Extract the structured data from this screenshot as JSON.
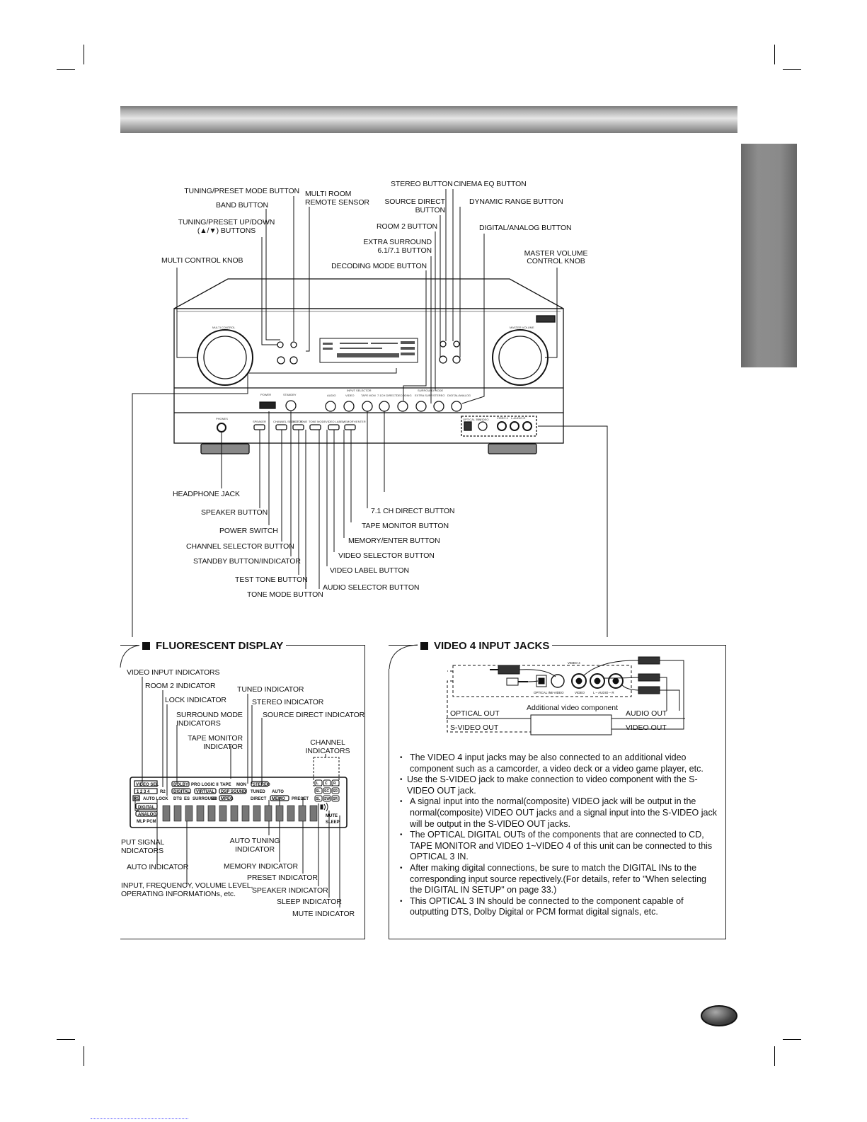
{
  "front_panel_labels": {
    "tuning_preset_mode_button": "TUNING/PRESET MODE BUTTON",
    "band_button": "BAND BUTTON",
    "tuning_preset_updown": "TUNING/PRESET UP/DOWN",
    "tuning_preset_updown_2": "(▲/▼) BUTTONS",
    "multi_control_knob": "MULTI CONTROL KNOB",
    "multi_room_remote_sensor": "MULTI ROOM",
    "multi_room_remote_sensor_2": "REMOTE SENSOR",
    "stereo_button": "STEREO BUTTON",
    "cinema_eq_button": "CINEMA EQ BUTTON",
    "source_direct_button": "SOURCE DIRECT",
    "source_direct_button_2": "BUTTON",
    "dynamic_range_button": "DYNAMIC RANGE BUTTON",
    "room2_button": "ROOM 2 BUTTON",
    "digital_analog_button": "DIGITAL/ANALOG BUTTON",
    "extra_surround": "EXTRA SURROUND",
    "extra_surround_2": "6.1/7.1 BUTTON",
    "decoding_mode_button": "DECODING MODE BUTTON",
    "master_volume": "MASTER VOLUME",
    "master_volume_2": "CONTROL KNOB",
    "headphone_jack": "HEADPHONE JACK",
    "speaker_button": "SPEAKER BUTTON",
    "power_switch": "POWER SWITCH",
    "channel_selector_button": "CHANNEL SELECTOR BUTTON",
    "standby_button": "STANDBY BUTTON/INDICATOR",
    "test_tone_button": "TEST TONE BUTTON",
    "tone_mode_button": "TONE MODE BUTTON",
    "ch71_direct_button": "7.1 CH DIRECT BUTTON",
    "tape_monitor_button": "TAPE MONITOR  BUTTON",
    "memory_enter_button": "MEMORY/ENTER BUTTON",
    "video_selector_button": "VIDEO SELECTOR BUTTON",
    "video_label_button": "VIDEO LABEL BUTTON",
    "audio_selector_button": "AUDIO SELECTOR BUTTON"
  },
  "receiver_print": {
    "multi_control": "MULTI CONTROL",
    "master_volume": "MASTER VOLUME",
    "phones": "PHONES",
    "power": "POWER",
    "standby": "STANDBY",
    "input_selector": "INPUT SELECTOR",
    "surround_mode": "SURROUND MODE",
    "audio": "AUDIO",
    "video": "VIDEO",
    "tape_mon": "TAPE MON",
    "direct_71": "7.1CH DIRECT",
    "decoding": "DECODING",
    "extra_surr": "EXTRA SURR",
    "stereo": "STEREO",
    "digital_analog": "DIGITAL/ANALOG",
    "speaker": "SPEAKER",
    "ch_selector": "CHANNEL SELECTOR",
    "test_tone": "TEST TONE",
    "tone_mode": "TONE MODE",
    "video_label": "VIDEO LABEL",
    "memory_enter": "MEMORY/ENTER",
    "optical_in": "OPTICAL 3 IN",
    "s_video": "S-VIDEO",
    "video_4": "VIDEO 4",
    "l_audio_r": "L-AUDIO-R"
  },
  "fluorescent_display": {
    "title": "FLUORESCENT DISPLAY",
    "video_input_indicators": "VIDEO INPUT INDICATORS",
    "room2_indicator": "ROOM 2 INDICATOR",
    "lock_indicator": "LOCK INDICATOR",
    "surround_mode_indicators": "SURROUND MODE",
    "surround_mode_indicators_2": "INDICATORS",
    "tape_monitor_indicator": "TAPE MONITOR",
    "tape_monitor_indicator_2": "INDICATOR",
    "tuned_indicator": "TUNED INDICATOR",
    "stereo_indicator": "STEREO INDICATOR",
    "source_direct_indicator": "SOURCE DIRECT INDICATOR",
    "channel_indicators": "CHANNEL",
    "channel_indicators_2": "INDICATORS",
    "input_signal_indicators": "PUT SIGNAL",
    "input_signal_indicators_2": "NDICATORS",
    "auto_indicator": "AUTO INDICATOR",
    "auto_tuning_indicator": "AUTO TUNING",
    "auto_tuning_indicator_2": "INDICATOR",
    "memory_indicator": "MEMORY INDICATOR",
    "preset_indicator": "PRESET INDICATOR",
    "speaker_indicator": "SPEAKER INDICATOR",
    "sleep_indicator": "SLEEP INDICATOR",
    "mute_indicator": "MUTE INDICATOR",
    "input_frequency": "INPUT, FREQUENCY, VOLUME LEVEL,",
    "input_frequency_2": "OPERATING INFORMATIONs, etc.",
    "disp": {
      "video_sel": "VIDEO SEL",
      "nums": "1 2 3 4",
      "r2": "R2",
      "rs": "RS",
      "auto_lock": "AUTO LOCK",
      "digital": "DIGITAL",
      "analog": "ANALOG",
      "mlp_pcm": "MLP PCM",
      "dolby": "DOLBY",
      "pro_logic": "PRO LOGIC II",
      "tape": "TAPE",
      "mon": "MON",
      "digital2": "DIGITAL",
      "virtual": "VIRTUAL",
      "dsp_sound": "DSP SOUND",
      "dts": "DTS",
      "es": "ES",
      "surround": "SURROUND",
      "ex": "EX",
      "mpeg": "MPEG",
      "stereo": "STEREO",
      "tuned": "TUNED",
      "auto": "AUTO",
      "direct": "DIRECT",
      "memo": "MEMO",
      "preset": "PRESET",
      "mute": "MUTE",
      "sleep": "SLEEP",
      "ch": [
        "L",
        "C",
        "R",
        "SL",
        "SC",
        "SR",
        "SL",
        "SW",
        "SR"
      ]
    }
  },
  "video4": {
    "title": "VIDEO 4 INPUT JACKS",
    "optical_out": "OPTICAL OUT",
    "s_video_out": "S-VIDEO OUT",
    "audio_out": "AUDIO OUT",
    "video_out": "VIDEO OUT",
    "additional_component": "Additional video component",
    "video4_tag": "VIDEO 4",
    "optical_in": "OPTICAL IN",
    "s_video": "S-VIDEO",
    "video": "VIDEO",
    "l_audio_r": "L – AUDIO – R"
  },
  "bullets": [
    "The VIDEO 4 input jacks may be also connected to an additional video component such as a camcorder, a video deck or a video game player, etc.",
    "Use the S-VIDEO jack to make connection to video component with the S-VIDEO OUT jack.",
    "A signal input into the normal(composite) VIDEO jack will be output in the normal(composite) VIDEO OUT jacks and a signal input into the S-VIDEO jack will be output in the S-VIDEO OUT jacks.",
    "The OPTICAL DIGITAL OUTs of the components that are connected to CD, TAPE MONITOR and VIDEO 1~VIDEO 4 of this unit can be connected to this OPTICAL 3 IN.",
    "After making digital connections, be sure to match the DIGITAL INs to the corresponding input source repectively.(For details, refer to \"When selecting the DIGITAL IN SETUP\" on page 33.)",
    "This OPTICAL 3 IN should be connected to the component capable of outputting DTS, Dolby Digital or PCM format digital signals, etc."
  ]
}
